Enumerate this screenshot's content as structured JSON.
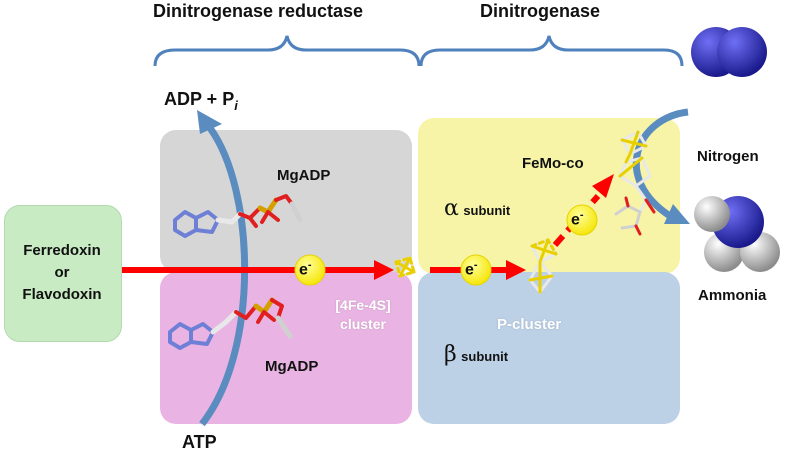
{
  "headers": {
    "left": "Dinitrogenase reductase",
    "right": "Dinitrogenase"
  },
  "donor": {
    "line1": "Ferredoxin",
    "line2": "or",
    "line3": "Flavodoxin"
  },
  "atp_cycle": {
    "top": "ADP + P",
    "top_sub": "i",
    "bottom": "ATP"
  },
  "labels": {
    "mgadp_top": "MgADP",
    "mgadp_bottom": "MgADP",
    "cluster_4fe": "[4Fe-4S]",
    "cluster_word": "cluster",
    "p_cluster": "P-cluster",
    "femo": "FeMo-co",
    "alpha_sym": "α",
    "alpha_word": "subunit",
    "beta_sym": "β",
    "beta_word": "subunit",
    "electron": "e",
    "electron_charge": "-",
    "nitrogen": "Nitrogen",
    "ammonia": "Ammonia"
  },
  "colors": {
    "gray_box": "#d6d6d6",
    "pink_box": "#e9b4e3",
    "yellow_box": "#f7f4a8",
    "blue_box": "#bcd0e6",
    "donor_box": "#c8ebc4",
    "arrow_red": "#ff0000",
    "brace_blue": "#4f81bd",
    "curve_blue": "#5b8cc0",
    "electron_yellow": "#ffff00",
    "nitrogen_blue": "#2b2bb0"
  }
}
